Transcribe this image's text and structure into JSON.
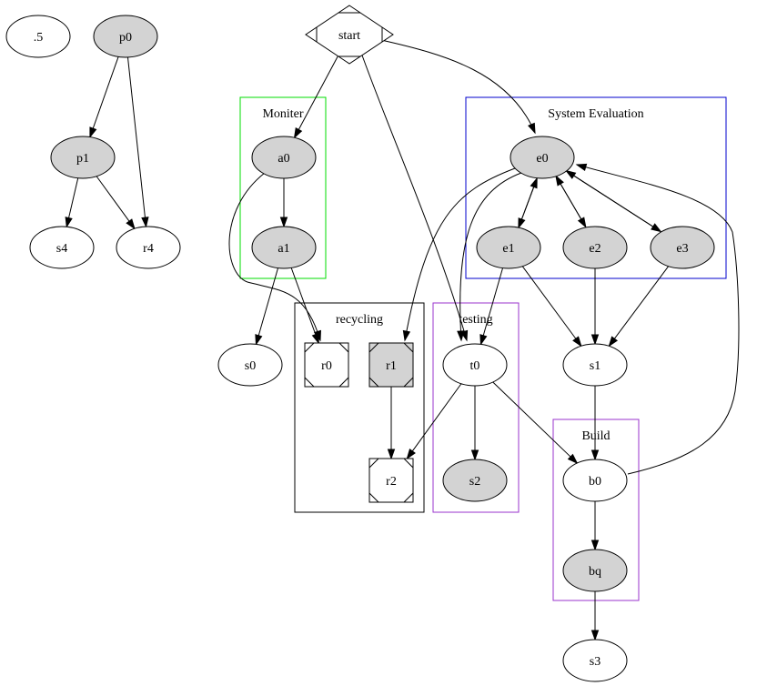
{
  "graph": {
    "clusters": [
      {
        "id": "monitor",
        "label": "Moniter",
        "color": "#00dd00"
      },
      {
        "id": "system_evaluation",
        "label": "System Evaluation",
        "color": "#0000cc"
      },
      {
        "id": "recycling",
        "label": "recycling",
        "color": "#000000"
      },
      {
        "id": "testing",
        "label": "testing",
        "color": "#9933cc"
      },
      {
        "id": "build",
        "label": "Build",
        "color": "#9933cc"
      }
    ],
    "nodes": [
      {
        "id": "dot5",
        "label": ".5",
        "shape": "ellipse",
        "fill": "#ffffff"
      },
      {
        "id": "p0",
        "label": "p0",
        "shape": "ellipse",
        "fill": "#d3d3d3"
      },
      {
        "id": "p1",
        "label": "p1",
        "shape": "ellipse",
        "fill": "#d3d3d3"
      },
      {
        "id": "s4",
        "label": "s4",
        "shape": "ellipse",
        "fill": "#ffffff"
      },
      {
        "id": "r4",
        "label": "r4",
        "shape": "ellipse",
        "fill": "#ffffff"
      },
      {
        "id": "start",
        "label": "start",
        "shape": "Mdiamond",
        "fill": "#ffffff"
      },
      {
        "id": "a0",
        "label": "a0",
        "shape": "ellipse",
        "fill": "#d3d3d3",
        "cluster": "monitor"
      },
      {
        "id": "a1",
        "label": "a1",
        "shape": "ellipse",
        "fill": "#d3d3d3",
        "cluster": "monitor"
      },
      {
        "id": "s0",
        "label": "s0",
        "shape": "ellipse",
        "fill": "#ffffff"
      },
      {
        "id": "r0",
        "label": "r0",
        "shape": "Msquare",
        "fill": "#ffffff",
        "cluster": "recycling"
      },
      {
        "id": "r1",
        "label": "r1",
        "shape": "Msquare",
        "fill": "#d3d3d3",
        "cluster": "recycling"
      },
      {
        "id": "r2",
        "label": "r2",
        "shape": "Msquare",
        "fill": "#ffffff",
        "cluster": "recycling"
      },
      {
        "id": "t0",
        "label": "t0",
        "shape": "ellipse",
        "fill": "#ffffff",
        "cluster": "testing"
      },
      {
        "id": "s2",
        "label": "s2",
        "shape": "ellipse",
        "fill": "#d3d3d3",
        "cluster": "testing"
      },
      {
        "id": "e0",
        "label": "e0",
        "shape": "ellipse",
        "fill": "#d3d3d3",
        "cluster": "system_evaluation"
      },
      {
        "id": "e1",
        "label": "e1",
        "shape": "ellipse",
        "fill": "#d3d3d3",
        "cluster": "system_evaluation"
      },
      {
        "id": "e2",
        "label": "e2",
        "shape": "ellipse",
        "fill": "#d3d3d3",
        "cluster": "system_evaluation"
      },
      {
        "id": "e3",
        "label": "e3",
        "shape": "ellipse",
        "fill": "#d3d3d3",
        "cluster": "system_evaluation"
      },
      {
        "id": "s1",
        "label": "s1",
        "shape": "ellipse",
        "fill": "#ffffff"
      },
      {
        "id": "b0",
        "label": "b0",
        "shape": "ellipse",
        "fill": "#ffffff",
        "cluster": "build"
      },
      {
        "id": "bq",
        "label": "bq",
        "shape": "ellipse",
        "fill": "#d3d3d3",
        "cluster": "build"
      },
      {
        "id": "s3",
        "label": "s3",
        "shape": "ellipse",
        "fill": "#ffffff"
      }
    ],
    "edges": [
      {
        "from": "p0",
        "to": "p1"
      },
      {
        "from": "p0",
        "to": "r4"
      },
      {
        "from": "p1",
        "to": "s4"
      },
      {
        "from": "p1",
        "to": "r4"
      },
      {
        "from": "start",
        "to": "a0"
      },
      {
        "from": "start",
        "to": "t0"
      },
      {
        "from": "start",
        "to": "e0"
      },
      {
        "from": "a0",
        "to": "a1"
      },
      {
        "from": "a0",
        "to": "r0"
      },
      {
        "from": "a1",
        "to": "s0"
      },
      {
        "from": "a1",
        "to": "r0"
      },
      {
        "from": "r1",
        "to": "r2"
      },
      {
        "from": "t0",
        "to": "r2"
      },
      {
        "from": "t0",
        "to": "s2"
      },
      {
        "from": "t0",
        "to": "b0"
      },
      {
        "from": "e0",
        "to": "r1"
      },
      {
        "from": "e0",
        "to": "t0"
      },
      {
        "from": "e0",
        "to": "e1"
      },
      {
        "from": "e0",
        "to": "e2"
      },
      {
        "from": "e0",
        "to": "e3"
      },
      {
        "from": "e1",
        "to": "e0"
      },
      {
        "from": "e2",
        "to": "e0"
      },
      {
        "from": "e3",
        "to": "e0"
      },
      {
        "from": "e1",
        "to": "t0"
      },
      {
        "from": "e1",
        "to": "s1"
      },
      {
        "from": "e2",
        "to": "s1"
      },
      {
        "from": "e3",
        "to": "s1"
      },
      {
        "from": "s1",
        "to": "b0"
      },
      {
        "from": "b0",
        "to": "bq"
      },
      {
        "from": "b0",
        "to": "e0"
      },
      {
        "from": "bq",
        "to": "s3"
      }
    ]
  }
}
